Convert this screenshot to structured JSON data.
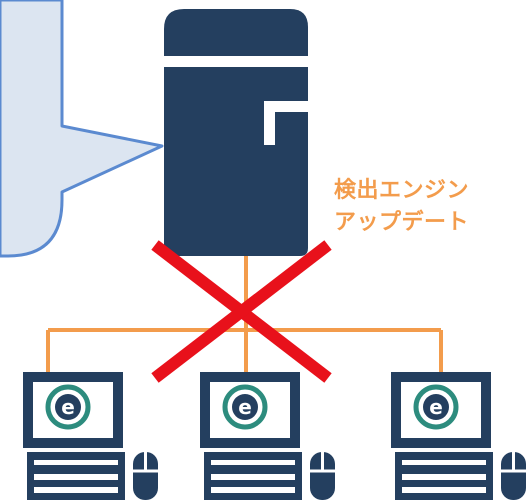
{
  "labels": {
    "update_line1": "検出エンジン",
    "update_line2": "アップデート"
  },
  "status": {
    "update_blocked": true
  },
  "icons": {
    "server": "server-icon",
    "client": "desktop-computer-icon",
    "badge": "eset-e-badge-icon",
    "mouse": "mouse-icon",
    "blocked": "red-x-icon"
  },
  "colors": {
    "server": "#243f5f",
    "network_line": "#f39c4c",
    "callout_fill": "#dce5f1",
    "callout_border": "#5b8ad0",
    "cross": "#e8111b",
    "badge": "#2d8c7e",
    "label": "#f39c4c"
  },
  "clients": [
    {
      "id": "client-1"
    },
    {
      "id": "client-2"
    },
    {
      "id": "client-3"
    }
  ]
}
